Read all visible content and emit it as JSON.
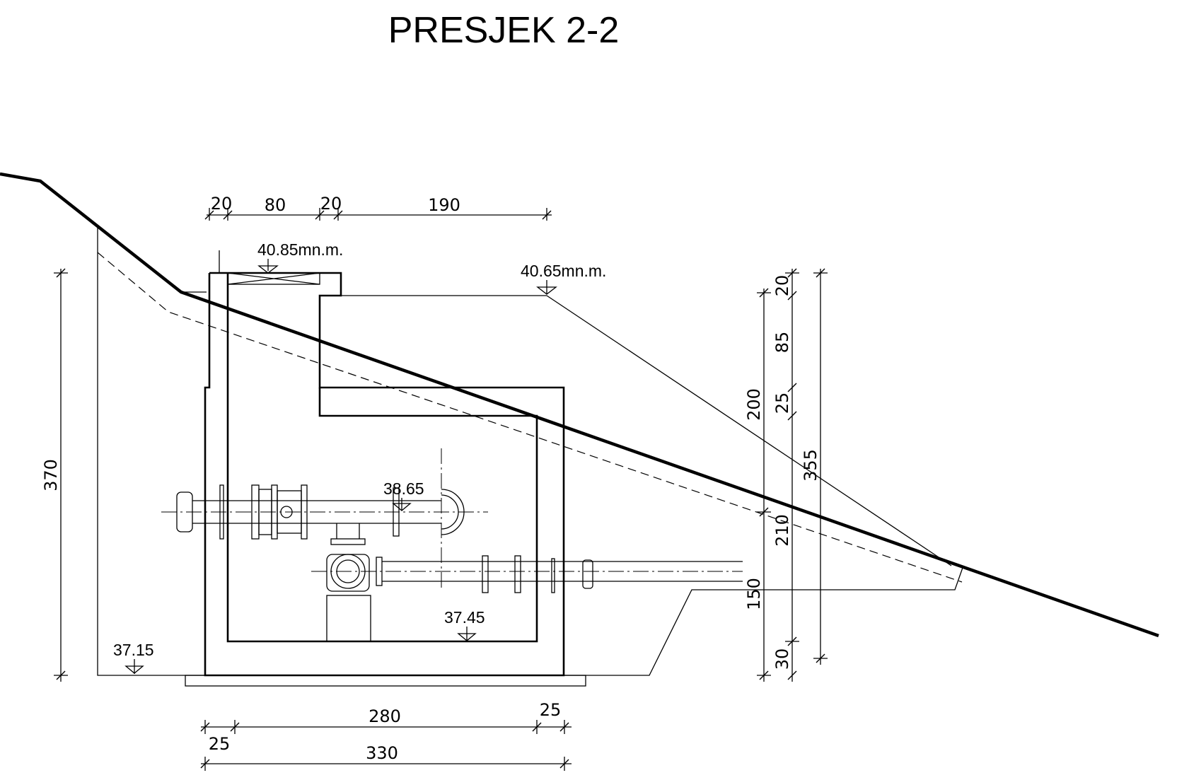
{
  "title": "PRESJEK 2-2",
  "levels": {
    "top_shaft": "40.85mn.m.",
    "top_right": "40.65mn.m.",
    "pipe_axis": "38.65",
    "inner_floor": "37.45",
    "foundation": "37.15"
  },
  "dimensions": {
    "top": [
      "20",
      "80",
      "20",
      "190"
    ],
    "left_height": "370",
    "bottom_inner": "280",
    "bottom_right_wall": "25",
    "bottom_left_wall": "25",
    "bottom_total": "330",
    "right_col1": [
      "200",
      "210",
      "150"
    ],
    "right_col2": [
      "20",
      "85",
      "25",
      "30"
    ],
    "right_col3": "355"
  }
}
